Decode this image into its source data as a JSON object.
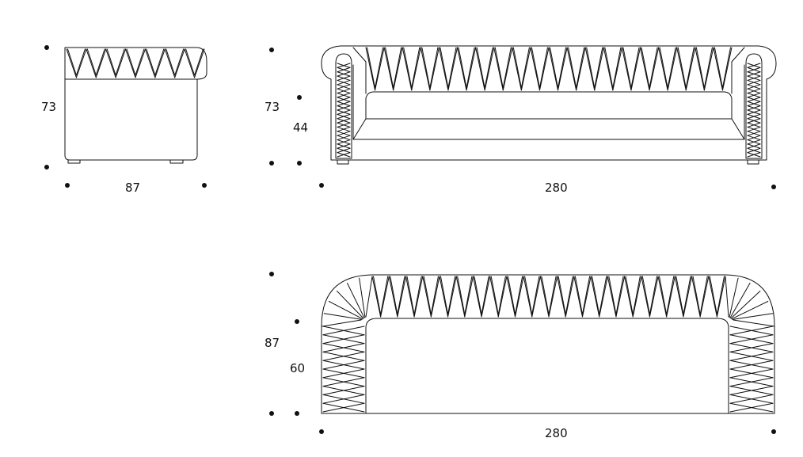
{
  "diagram": {
    "type": "sofa dimension drawing",
    "colors": {
      "line": "#111111",
      "background": "#ffffff"
    },
    "side_view": {
      "height": "73",
      "depth": "87"
    },
    "front_view": {
      "height": "73",
      "seat_height": "44",
      "width": "280"
    },
    "top_view": {
      "depth": "87",
      "seat_depth": "60",
      "width": "280"
    }
  }
}
